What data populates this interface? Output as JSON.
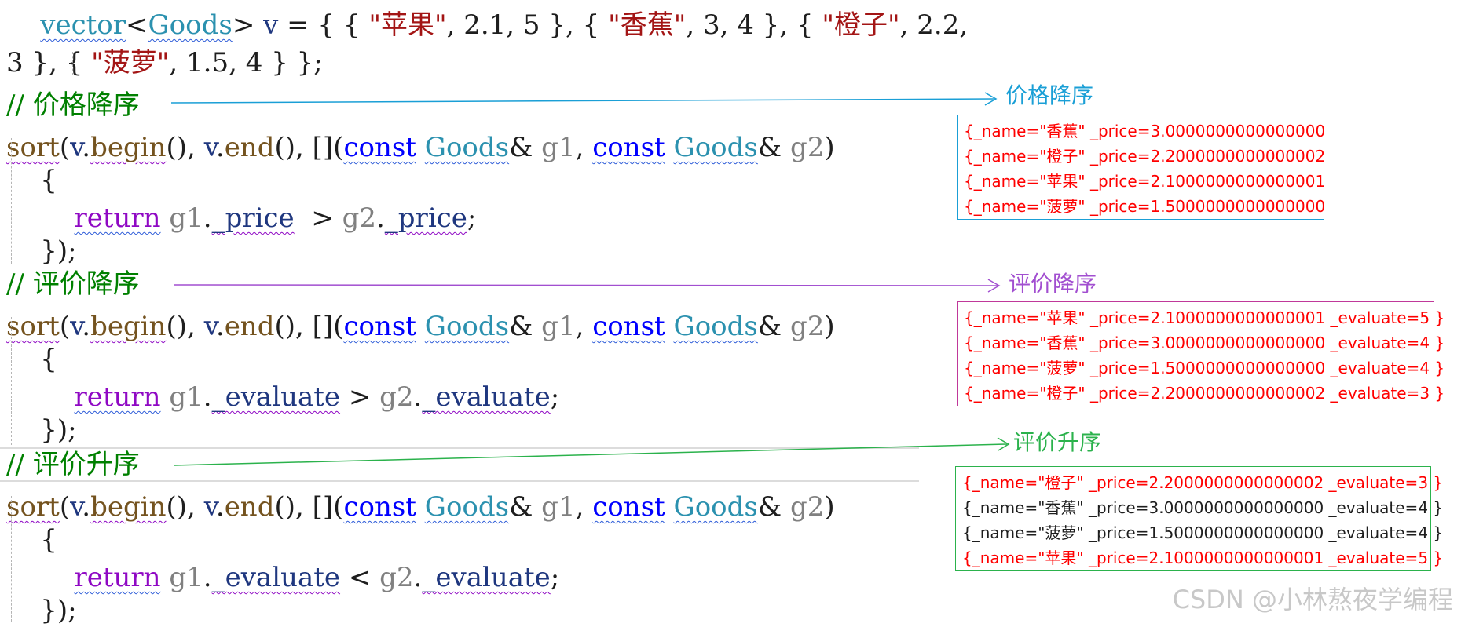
{
  "code_lines": [
    [
      {
        "t": "    ",
        "c": "punct"
      },
      {
        "t": "vector",
        "c": "type",
        "sq": "blue"
      },
      {
        "t": "<",
        "c": "punct"
      },
      {
        "t": "Goods",
        "c": "type",
        "sq": "blue"
      },
      {
        "t": "> ",
        "c": "punct"
      },
      {
        "t": "v",
        "c": "var"
      },
      {
        "t": " = { { ",
        "c": "punct"
      },
      {
        "t": "\"苹果\"",
        "c": "str"
      },
      {
        "t": ", ",
        "c": "punct"
      },
      {
        "t": "2.1",
        "c": "num"
      },
      {
        "t": ", ",
        "c": "punct"
      },
      {
        "t": "5",
        "c": "num"
      },
      {
        "t": " }, { ",
        "c": "punct"
      },
      {
        "t": "\"香蕉\"",
        "c": "str"
      },
      {
        "t": ", ",
        "c": "punct"
      },
      {
        "t": "3",
        "c": "num"
      },
      {
        "t": ", ",
        "c": "punct"
      },
      {
        "t": "4",
        "c": "num"
      },
      {
        "t": " }, { ",
        "c": "punct"
      },
      {
        "t": "\"橙子\"",
        "c": "str"
      },
      {
        "t": ", ",
        "c": "punct"
      },
      {
        "t": "2.2",
        "c": "num"
      },
      {
        "t": ",",
        "c": "punct"
      }
    ],
    [
      {
        "t": "3",
        "c": "num"
      },
      {
        "t": " }, { ",
        "c": "punct"
      },
      {
        "t": "\"菠萝\"",
        "c": "str"
      },
      {
        "t": ", ",
        "c": "punct"
      },
      {
        "t": "1.5",
        "c": "num"
      },
      {
        "t": ", ",
        "c": "punct"
      },
      {
        "t": "4",
        "c": "num"
      },
      {
        "t": " } };",
        "c": "punct"
      }
    ],
    [
      {
        "t": "// 价格降序",
        "c": "cmt"
      }
    ],
    [
      {
        "t": "sort",
        "c": "fn",
        "sq": "purple"
      },
      {
        "t": "(",
        "c": "punct"
      },
      {
        "t": "v",
        "c": "var"
      },
      {
        "t": ".",
        "c": "punct"
      },
      {
        "t": "begin",
        "c": "fn",
        "sq": "purple"
      },
      {
        "t": "(), ",
        "c": "punct"
      },
      {
        "t": "v",
        "c": "var"
      },
      {
        "t": ".",
        "c": "punct"
      },
      {
        "t": "end",
        "c": "fn"
      },
      {
        "t": "(), [](",
        "c": "punct"
      },
      {
        "t": "const",
        "c": "kw",
        "sq": "blue"
      },
      {
        "t": " ",
        "c": "punct"
      },
      {
        "t": "Goods",
        "c": "type",
        "sq": "blue"
      },
      {
        "t": "& ",
        "c": "punct"
      },
      {
        "t": "g1",
        "c": "param"
      },
      {
        "t": ", ",
        "c": "punct"
      },
      {
        "t": "const",
        "c": "kw",
        "sq": "blue"
      },
      {
        "t": " ",
        "c": "punct"
      },
      {
        "t": "Goods",
        "c": "type",
        "sq": "blue"
      },
      {
        "t": "& ",
        "c": "punct"
      },
      {
        "t": "g2",
        "c": "param"
      },
      {
        "t": ")",
        "c": "punct"
      }
    ],
    [
      {
        "t": "    {",
        "c": "punct"
      }
    ],
    [
      {
        "t": "        ",
        "c": "punct"
      },
      {
        "t": "return",
        "c": "ctl",
        "sq": "blue"
      },
      {
        "t": " ",
        "c": "punct"
      },
      {
        "t": "g1",
        "c": "param"
      },
      {
        "t": ".",
        "c": "punct"
      },
      {
        "t": "_price",
        "c": "var",
        "sq": "purple"
      },
      {
        "t": "  > ",
        "c": "punct"
      },
      {
        "t": "g2",
        "c": "param"
      },
      {
        "t": ".",
        "c": "punct"
      },
      {
        "t": "_price",
        "c": "var",
        "sq": "purple"
      },
      {
        "t": ";",
        "c": "punct"
      }
    ],
    [
      {
        "t": "    });",
        "c": "punct"
      }
    ],
    [
      {
        "t": "// 评价降序",
        "c": "cmt"
      }
    ],
    [
      {
        "t": "sort",
        "c": "fn",
        "sq": "purple"
      },
      {
        "t": "(",
        "c": "punct"
      },
      {
        "t": "v",
        "c": "var"
      },
      {
        "t": ".",
        "c": "punct"
      },
      {
        "t": "begin",
        "c": "fn",
        "sq": "purple"
      },
      {
        "t": "(), ",
        "c": "punct"
      },
      {
        "t": "v",
        "c": "var"
      },
      {
        "t": ".",
        "c": "punct"
      },
      {
        "t": "end",
        "c": "fn"
      },
      {
        "t": "(), [](",
        "c": "punct"
      },
      {
        "t": "const",
        "c": "kw",
        "sq": "blue"
      },
      {
        "t": " ",
        "c": "punct"
      },
      {
        "t": "Goods",
        "c": "type",
        "sq": "blue"
      },
      {
        "t": "& ",
        "c": "punct"
      },
      {
        "t": "g1",
        "c": "param"
      },
      {
        "t": ", ",
        "c": "punct"
      },
      {
        "t": "const",
        "c": "kw",
        "sq": "blue"
      },
      {
        "t": " ",
        "c": "punct"
      },
      {
        "t": "Goods",
        "c": "type",
        "sq": "blue"
      },
      {
        "t": "& ",
        "c": "punct"
      },
      {
        "t": "g2",
        "c": "param"
      },
      {
        "t": ")",
        "c": "punct"
      }
    ],
    [
      {
        "t": "    {",
        "c": "punct"
      }
    ],
    [
      {
        "t": "        ",
        "c": "punct"
      },
      {
        "t": "return",
        "c": "ctl",
        "sq": "blue"
      },
      {
        "t": " ",
        "c": "punct"
      },
      {
        "t": "g1",
        "c": "param"
      },
      {
        "t": ".",
        "c": "punct"
      },
      {
        "t": "_evaluate",
        "c": "var",
        "sq": "purple"
      },
      {
        "t": " > ",
        "c": "punct"
      },
      {
        "t": "g2",
        "c": "param"
      },
      {
        "t": ".",
        "c": "punct"
      },
      {
        "t": "_evaluate",
        "c": "var",
        "sq": "purple"
      },
      {
        "t": ";",
        "c": "punct"
      }
    ],
    [
      {
        "t": "    });",
        "c": "punct"
      }
    ],
    [
      {
        "t": "// 评价升序",
        "c": "cmt"
      }
    ],
    [
      {
        "t": "sort",
        "c": "fn",
        "sq": "purple"
      },
      {
        "t": "(",
        "c": "punct"
      },
      {
        "t": "v",
        "c": "var"
      },
      {
        "t": ".",
        "c": "punct"
      },
      {
        "t": "begin",
        "c": "fn",
        "sq": "purple"
      },
      {
        "t": "(), ",
        "c": "punct"
      },
      {
        "t": "v",
        "c": "var"
      },
      {
        "t": ".",
        "c": "punct"
      },
      {
        "t": "end",
        "c": "fn"
      },
      {
        "t": "(), [](",
        "c": "punct"
      },
      {
        "t": "const",
        "c": "kw",
        "sq": "blue"
      },
      {
        "t": " ",
        "c": "punct"
      },
      {
        "t": "Goods",
        "c": "type",
        "sq": "blue"
      },
      {
        "t": "& ",
        "c": "punct"
      },
      {
        "t": "g1",
        "c": "param"
      },
      {
        "t": ", ",
        "c": "punct"
      },
      {
        "t": "const",
        "c": "kw",
        "sq": "blue"
      },
      {
        "t": " ",
        "c": "punct"
      },
      {
        "t": "Goods",
        "c": "type",
        "sq": "blue"
      },
      {
        "t": "& ",
        "c": "punct"
      },
      {
        "t": "g2",
        "c": "param"
      },
      {
        "t": ")",
        "c": "punct"
      }
    ],
    [
      {
        "t": "    {",
        "c": "punct"
      }
    ],
    [
      {
        "t": "        ",
        "c": "punct"
      },
      {
        "t": "return",
        "c": "ctl",
        "sq": "blue"
      },
      {
        "t": " ",
        "c": "punct"
      },
      {
        "t": "g1",
        "c": "param"
      },
      {
        "t": ".",
        "c": "punct"
      },
      {
        "t": "_evaluate",
        "c": "var",
        "sq": "purple"
      },
      {
        "t": " < ",
        "c": "punct"
      },
      {
        "t": "g2",
        "c": "param"
      },
      {
        "t": ".",
        "c": "punct"
      },
      {
        "t": "_evaluate",
        "c": "var",
        "sq": "purple"
      },
      {
        "t": ";",
        "c": "punct"
      }
    ],
    [
      {
        "t": "    });",
        "c": "punct"
      }
    ]
  ],
  "annotations": [
    {
      "label": "价格降序",
      "color": "#1a9fd6",
      "border_color": "#1a9fd6",
      "lines": [
        {
          "text": "{_name=\"香蕉\" _price=3.0000000000000000",
          "color": "#ff0000"
        },
        {
          "text": "{_name=\"橙子\" _price=2.2000000000000002",
          "color": "#ff0000"
        },
        {
          "text": "{_name=\"苹果\" _price=2.1000000000000001",
          "color": "#ff0000"
        },
        {
          "text": "{_name=\"菠萝\" _price=1.5000000000000000",
          "color": "#ff0000"
        }
      ]
    },
    {
      "label": "评价降序",
      "color": "#a24fd0",
      "border_color": "#c0389a",
      "lines": [
        {
          "text": "{_name=\"苹果\" _price=2.1000000000000001 _evaluate=5 }",
          "color": "#ff0000"
        },
        {
          "text": "{_name=\"香蕉\" _price=3.0000000000000000 _evaluate=4 }",
          "color": "#ff0000"
        },
        {
          "text": "{_name=\"菠萝\" _price=1.5000000000000000 _evaluate=4 }",
          "color": "#ff0000"
        },
        {
          "text": "{_name=\"橙子\" _price=2.2000000000000002 _evaluate=3 }",
          "color": "#ff0000"
        }
      ]
    },
    {
      "label": "评价升序",
      "color": "#2bb24c",
      "border_color": "#2bb24c",
      "lines": [
        {
          "text": "{_name=\"橙子\" _price=2.2000000000000002 _evaluate=3 }",
          "color": "#ff0000"
        },
        {
          "text": "{_name=\"香蕉\" _price=3.0000000000000000 _evaluate=4 }",
          "color": "#1e1e1e"
        },
        {
          "text": "{_name=\"菠萝\" _price=1.5000000000000000 _evaluate=4 }",
          "color": "#1e1e1e"
        },
        {
          "text": "{_name=\"苹果\" _price=2.1000000000000001 _evaluate=5 }",
          "color": "#ff0000"
        }
      ]
    }
  ],
  "watermark": "CSDN @小林熬夜学编程"
}
